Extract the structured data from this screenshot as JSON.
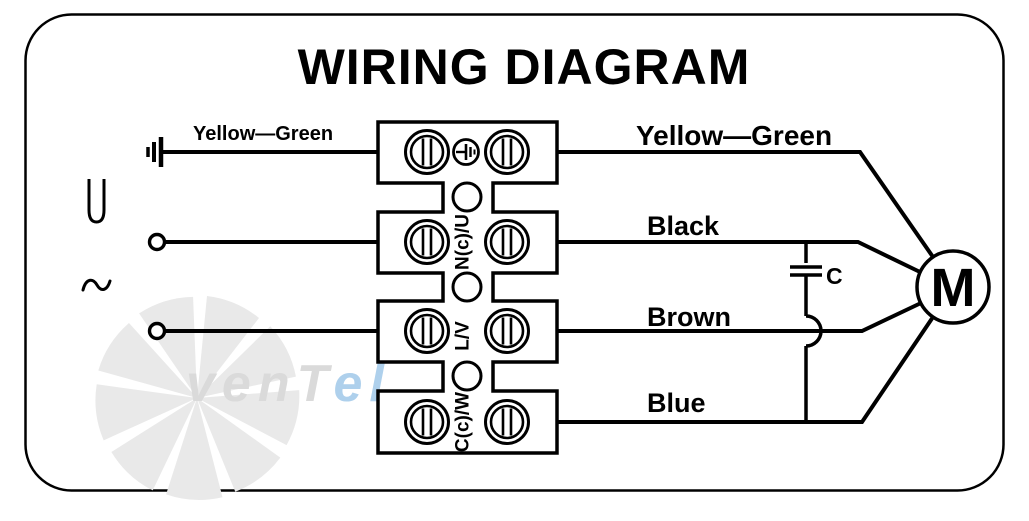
{
  "title": "WIRING DIAGRAM",
  "wire_labels": {
    "yellow_green_left": "Yellow—Green",
    "yellow_green_right": "Yellow—Green",
    "black": "Black",
    "brown": "Brown",
    "blue": "Blue"
  },
  "terminal_block": {
    "row_labels": [
      "N(c)/U",
      "L/V",
      "C(c)/W"
    ]
  },
  "capacitor": {
    "label": "C"
  },
  "motor": {
    "label": "M"
  },
  "watermark": {
    "part1": "venT",
    "part2": "el"
  },
  "colors": {
    "line": "#000000",
    "watermark_gray": "#e9e9e9",
    "watermark_text_gray": "#dadada",
    "watermark_blue": "#aed0ec"
  }
}
